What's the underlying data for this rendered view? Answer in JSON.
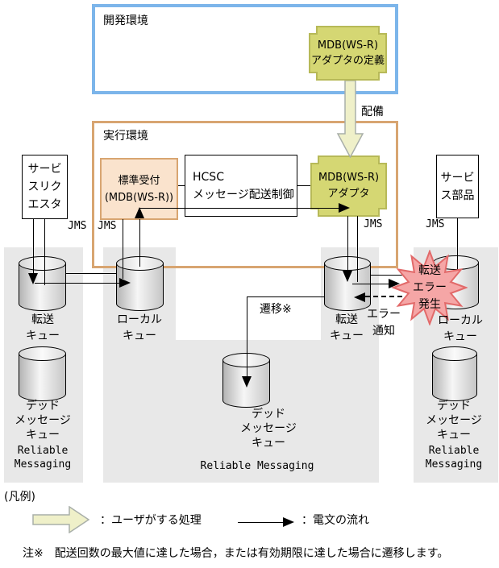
{
  "colors": {
    "dev_border": "#7cb5ea",
    "exec_border": "#d8a571",
    "green_fill": "#d5d773",
    "green_border": "#b7b958",
    "peach_fill": "#fae3cd",
    "panel_gray": "#e8e8e8",
    "star_fill": "#f5a6a6",
    "star_border": "#e26a6a",
    "user_arrow_fill": "#eff0c9",
    "user_arrow_border": "#a9afa9"
  },
  "dev_env": {
    "title": "開発環境",
    "def_box_label": "MDB(WS-R)\nアダプタの定義"
  },
  "deploy_label": "配備",
  "exec_env": {
    "title": "実行環境"
  },
  "nodes": {
    "service_requester": "サービ\nスリク\nエスタ",
    "standard_reception": "標準受付\n(MDB(WS-R))",
    "hcsc": "HCSC\nメッセージ配送制御",
    "mdb_adapter": "MDB(WS-R)\nアダプタ",
    "service_parts": "サービ\nス部品"
  },
  "jms": {
    "left_outer": "JMS",
    "left_inner": "JMS",
    "right_inner": "JMS",
    "right_outer": "JMS"
  },
  "queues": {
    "left_transfer": "転送\nキュー",
    "left_dead": "デッド\nメッセージ\nキュー",
    "mid_local": "ローカル\nキュー",
    "mid_dead": "デッド\nメッセージ\nキュー",
    "right_transfer": "転送\nキュー",
    "right_local": "ローカル\nキュー",
    "right_dead": "デッド\nメッセージ\nキュー"
  },
  "rm": {
    "left": "Reliable\nMessaging",
    "middle": "Reliable Messaging",
    "right": "Reliable\nMessaging"
  },
  "error_burst": "転送\nエラー\n発生",
  "annotations": {
    "transition": "遷移※",
    "error_notice": "エラー\n通知"
  },
  "legend": {
    "title": "(凡例)",
    "user_process": "：ユーザがする処理",
    "message_flow": "：電文の流れ"
  },
  "note": "注※　配送回数の最大値に達した場合，または有効期限に達した場合に遷移します。"
}
